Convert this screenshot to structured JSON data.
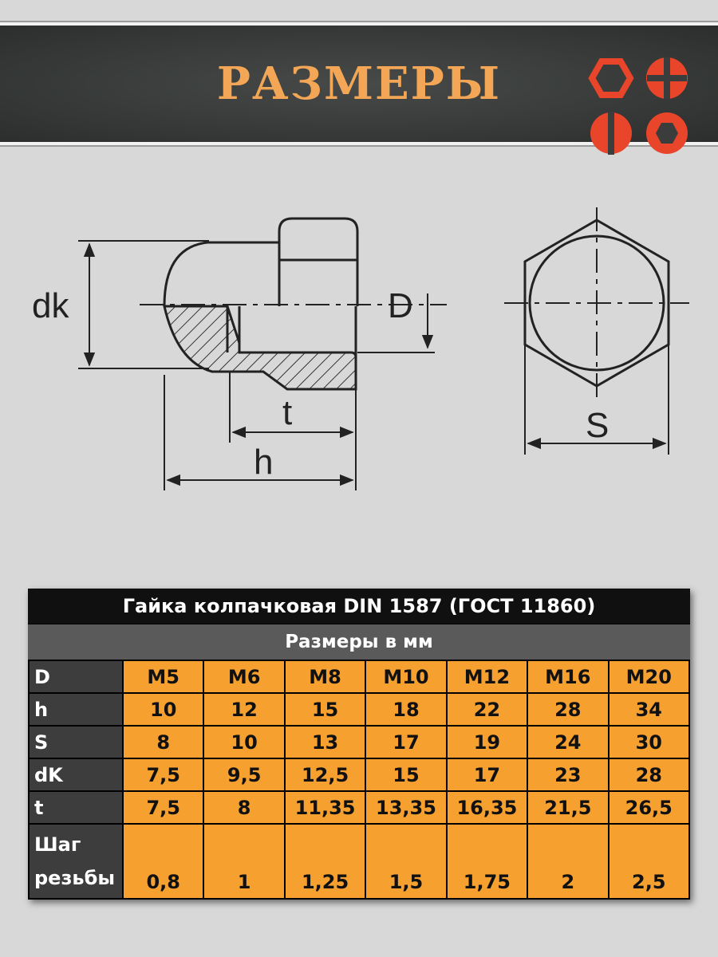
{
  "banner": {
    "title": "РАЗМЕРЫ"
  },
  "drawing": {
    "labels": {
      "dk": "dk",
      "D": "D",
      "t": "t",
      "h": "h",
      "S": "S"
    }
  },
  "table": {
    "title": "Гайка колпачковая DIN 1587 (ГОСТ 11860)",
    "subtitle": "Размеры в мм",
    "rows": [
      {
        "label": "D",
        "values": [
          "M5",
          "M6",
          "M8",
          "M10",
          "M12",
          "M16",
          "M20"
        ]
      },
      {
        "label": "h",
        "values": [
          "10",
          "12",
          "15",
          "18",
          "22",
          "28",
          "34"
        ]
      },
      {
        "label": "S",
        "values": [
          "8",
          "10",
          "13",
          "17",
          "19",
          "24",
          "30"
        ]
      },
      {
        "label": "dK",
        "values": [
          "7,5",
          "9,5",
          "12,5",
          "15",
          "17",
          "23",
          "28"
        ]
      },
      {
        "label": "t",
        "values": [
          "7,5",
          "8",
          "11,35",
          "13,35",
          "16,35",
          "21,5",
          "26,5"
        ]
      },
      {
        "label_line1": "Шаг",
        "label_line2": "резьбы",
        "values": [
          "0,8",
          "1",
          "1,25",
          "1,5",
          "1,75",
          "2",
          "2,5"
        ]
      }
    ]
  },
  "colors": {
    "accent": "#f3a756",
    "cell": "#f6a030",
    "label_cell": "#3d3d3d",
    "logo": "#e8452a"
  }
}
